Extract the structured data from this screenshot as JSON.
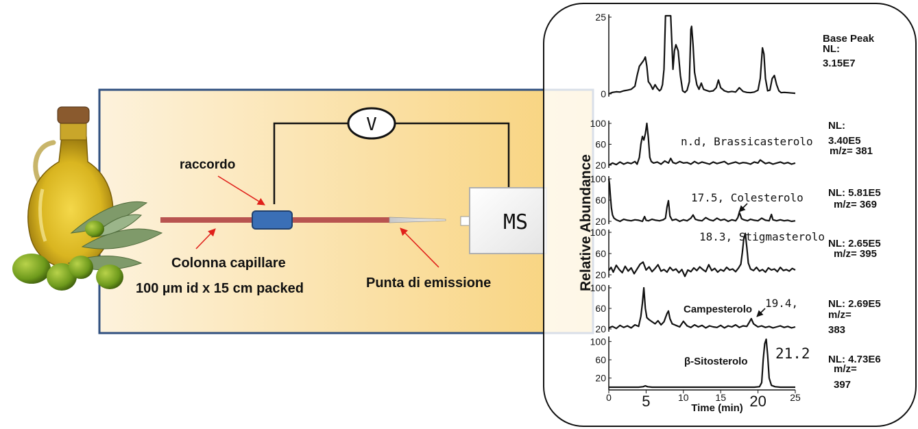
{
  "schematic": {
    "voltmeter_symbol": "V",
    "fitting_label": "raccordo",
    "column_label": "Colonna capillare",
    "column_spec": "100 µm id x 15 cm packed",
    "tip_label": "Punta di emissione",
    "ms_label": "MS",
    "colors": {
      "panel_border": "#2f4f7f",
      "panel_fill_start": "#fdf2dc",
      "panel_fill_end": "#f8d27a",
      "column": "#b85450",
      "fitting": "#3a6fb6",
      "arrow": "#e0201a"
    }
  },
  "chart_data": [
    {
      "type": "line",
      "panel": "base-peak",
      "yticks": [
        "25",
        "0"
      ],
      "labels": [
        "Base Peak",
        "NL:",
        "3.15E7"
      ],
      "x": [
        0.0,
        0.5,
        1.0,
        1.5,
        2.0,
        2.5,
        3.0,
        3.5,
        3.8,
        4.1,
        4.4,
        4.7,
        4.9,
        5.1,
        5.3,
        5.6,
        5.9,
        6.2,
        6.5,
        6.8,
        7.0,
        7.2,
        7.4,
        7.6,
        7.8,
        8.0,
        8.3,
        8.6,
        8.8,
        9.0,
        9.3,
        9.6,
        9.9,
        10.2,
        10.5,
        10.8,
        11.0,
        11.1,
        11.3,
        11.5,
        11.8,
        12.1,
        12.4,
        12.7,
        13.0,
        13.5,
        14.0,
        14.4,
        14.7,
        15.0,
        15.5,
        16.0,
        16.5,
        17.0,
        17.5,
        18.0,
        18.5,
        19.0,
        19.5,
        20.0,
        20.3,
        20.6,
        20.8,
        21.0,
        21.3,
        21.6,
        21.9,
        22.2,
        22.5,
        22.8,
        23.1,
        23.5,
        24.0,
        24.5,
        25.0
      ],
      "y": [
        0,
        0.5,
        0.7,
        0.6,
        1,
        1.2,
        1.5,
        2.5,
        6,
        9,
        10,
        11,
        12,
        9,
        4,
        3,
        1.5,
        3,
        1.8,
        1,
        1.5,
        3,
        8,
        27,
        27,
        27,
        27,
        8,
        14,
        16,
        14,
        6,
        1,
        0.5,
        1.2,
        4,
        21,
        22,
        16,
        7,
        3,
        1.5,
        3.5,
        1.5,
        1.2,
        0.8,
        1,
        2,
        4.5,
        2,
        1,
        0.6,
        0.8,
        0.6,
        2,
        0.8,
        0.5,
        0.4,
        0.6,
        1.2,
        5,
        15,
        13,
        5,
        1,
        1.2,
        5,
        6,
        3,
        1,
        0.4,
        0.5,
        0.4,
        0.3,
        0.2
      ]
    },
    {
      "type": "line",
      "panel": "brassicasterolo",
      "yticks": [
        "100",
        "60",
        "20"
      ],
      "annotation": "n.d, Brassicasterolo",
      "labels": [
        "NL:",
        "3.40E5",
        "m/z= 381"
      ],
      "x": [
        0.0,
        0.5,
        1.0,
        1.5,
        2.0,
        2.5,
        3.0,
        3.5,
        3.8,
        4.1,
        4.3,
        4.5,
        4.7,
        4.9,
        5.1,
        5.3,
        5.5,
        5.7,
        6.0,
        6.5,
        7.0,
        7.5,
        8.0,
        8.3,
        8.6,
        9.0,
        9.5,
        10.0,
        10.5,
        11.0,
        11.5,
        12.0,
        12.5,
        13.0,
        13.5,
        14.0,
        14.5,
        15.0,
        15.5,
        16.0,
        16.5,
        17.0,
        17.5,
        18.0,
        18.5,
        19.0,
        19.5,
        20.0,
        20.3,
        20.6,
        21.0,
        21.5,
        22.0,
        22.5,
        23.0,
        23.5,
        24.0,
        24.5,
        25.0
      ],
      "y": [
        20,
        24,
        21,
        26,
        22,
        25,
        23,
        27,
        22,
        35,
        60,
        75,
        68,
        80,
        100,
        72,
        35,
        27,
        24,
        26,
        22,
        28,
        24,
        33,
        25,
        23,
        27,
        24,
        25,
        22,
        27,
        23,
        26,
        24,
        22,
        26,
        23,
        25,
        27,
        22,
        24,
        26,
        23,
        25,
        24,
        22,
        26,
        24,
        30,
        27,
        23,
        25,
        22,
        24,
        26,
        23,
        25,
        22,
        24
      ]
    },
    {
      "type": "line",
      "panel": "colesterolo",
      "yticks": [
        "100",
        "60",
        "20"
      ],
      "annotation": "17.5, Colesterolo",
      "labels": [
        "NL: 5.81E5",
        "m/z= 369"
      ],
      "x": [
        0.0,
        0.1,
        0.2,
        0.35,
        0.5,
        0.7,
        1.0,
        1.5,
        2.0,
        2.5,
        3.0,
        3.5,
        4.0,
        4.5,
        4.8,
        5.0,
        5.3,
        5.8,
        6.3,
        6.8,
        7.3,
        7.6,
        7.8,
        8.0,
        8.2,
        8.5,
        9.0,
        9.5,
        10.0,
        10.5,
        11.0,
        11.3,
        11.6,
        12.0,
        12.5,
        13.0,
        13.5,
        14.0,
        14.5,
        15.0,
        15.5,
        16.0,
        16.5,
        17.0,
        17.3,
        17.5,
        17.8,
        18.1,
        18.6,
        19.0,
        19.5,
        20.0,
        20.5,
        21.0,
        21.5,
        21.8,
        22.0,
        22.5,
        23.0,
        23.5,
        24.0,
        24.5,
        25.0
      ],
      "y": [
        100,
        90,
        70,
        45,
        32,
        26,
        23,
        20,
        24,
        22,
        21,
        23,
        22,
        20,
        29,
        22,
        21,
        24,
        22,
        21,
        23,
        26,
        47,
        59,
        30,
        22,
        24,
        20,
        23,
        21,
        26,
        32,
        24,
        22,
        21,
        27,
        23,
        21,
        26,
        22,
        24,
        20,
        23,
        21,
        27,
        37,
        25,
        23,
        21,
        24,
        22,
        21,
        26,
        22,
        21,
        33,
        23,
        21,
        23,
        21,
        22,
        20,
        21
      ]
    },
    {
      "type": "line",
      "panel": "stigmasterolo",
      "yticks": [
        "100",
        "60",
        "20"
      ],
      "annotation": "18.3, Stigmasterolo",
      "labels": [
        "NL: 2.65E5",
        "m/z= 395"
      ],
      "x": [
        0.0,
        0.3,
        0.6,
        1.0,
        1.4,
        1.8,
        2.2,
        2.6,
        3.0,
        3.4,
        3.8,
        4.2,
        4.6,
        5.0,
        5.4,
        5.8,
        6.2,
        6.6,
        7.0,
        7.4,
        7.8,
        8.2,
        8.6,
        9.0,
        9.4,
        9.8,
        10.2,
        10.6,
        11.0,
        11.4,
        11.8,
        12.2,
        12.6,
        13.0,
        13.4,
        13.8,
        14.2,
        14.6,
        15.0,
        15.4,
        15.8,
        16.2,
        16.6,
        17.0,
        17.4,
        17.7,
        17.9,
        18.1,
        18.3,
        18.5,
        18.7,
        19.0,
        19.4,
        19.8,
        20.2,
        20.6,
        21.0,
        21.4,
        21.8,
        22.2,
        22.6,
        23.0,
        23.4,
        23.8,
        24.2,
        24.6,
        25.0
      ],
      "y": [
        28,
        34,
        25,
        38,
        30,
        24,
        36,
        27,
        33,
        22,
        31,
        40,
        44,
        29,
        35,
        26,
        32,
        39,
        27,
        30,
        25,
        34,
        28,
        31,
        24,
        30,
        17,
        29,
        26,
        33,
        28,
        35,
        30,
        26,
        39,
        28,
        32,
        25,
        30,
        27,
        34,
        29,
        31,
        26,
        33,
        40,
        62,
        88,
        98,
        72,
        42,
        31,
        28,
        34,
        27,
        30,
        25,
        33,
        29,
        31,
        26,
        34,
        28,
        30,
        27,
        32,
        29
      ]
    },
    {
      "type": "line",
      "panel": "campesterolo",
      "yticks": [
        "100",
        "60",
        "20"
      ],
      "annotation": [
        "Campesterolo",
        "19.4,"
      ],
      "labels": [
        "NL: 2.69E5",
        "m/z=",
        "383"
      ],
      "x": [
        0.0,
        0.5,
        1.0,
        1.5,
        2.0,
        2.5,
        3.0,
        3.5,
        4.0,
        4.3,
        4.5,
        4.7,
        4.9,
        5.1,
        5.4,
        5.8,
        6.2,
        6.6,
        7.0,
        7.4,
        7.8,
        8.0,
        8.2,
        8.5,
        9.0,
        9.5,
        10.0,
        10.5,
        11.0,
        11.5,
        12.0,
        12.5,
        13.0,
        13.5,
        14.0,
        14.5,
        15.0,
        15.5,
        16.0,
        16.5,
        17.0,
        17.5,
        18.0,
        18.5,
        18.8,
        19.1,
        19.4,
        19.7,
        20.0,
        20.5,
        21.0,
        21.5,
        22.0,
        22.5,
        23.0,
        23.5,
        24.0,
        24.5,
        25.0
      ],
      "y": [
        22,
        25,
        21,
        27,
        23,
        26,
        22,
        28,
        25,
        45,
        70,
        100,
        60,
        42,
        38,
        34,
        30,
        36,
        28,
        34,
        50,
        55,
        40,
        30,
        27,
        24,
        35,
        26,
        23,
        28,
        24,
        27,
        22,
        26,
        24,
        23,
        27,
        22,
        26,
        24,
        28,
        23,
        26,
        25,
        32,
        40,
        30,
        27,
        24,
        26,
        23,
        25,
        22,
        24,
        26,
        23,
        25,
        22,
        24
      ]
    },
    {
      "type": "line",
      "panel": "sitosterolo",
      "yticks": [
        "100",
        "60",
        "20"
      ],
      "annotation": "β-Sitosterolo",
      "peak_label": "21.2",
      "labels": [
        "NL: 4.73E6",
        "m/z=",
        "397"
      ],
      "xticks": [
        "0",
        "5",
        "10",
        "15",
        "20",
        "25"
      ],
      "xlabel": "Time (min)",
      "ylabel": "Relative Abundance",
      "x": [
        0,
        2,
        4,
        4.6,
        4.9,
        5.2,
        5.8,
        8,
        10,
        12,
        14,
        16,
        18,
        19.5,
        20.2,
        20.5,
        20.7,
        20.9,
        21.1,
        21.3,
        21.5,
        21.8,
        22.3,
        23,
        24,
        25
      ],
      "y": [
        0,
        0,
        0,
        1,
        3,
        1,
        0,
        0,
        0,
        0,
        0,
        0,
        0,
        0,
        1,
        10,
        60,
        95,
        105,
        70,
        20,
        4,
        1,
        0,
        0,
        0
      ]
    }
  ]
}
